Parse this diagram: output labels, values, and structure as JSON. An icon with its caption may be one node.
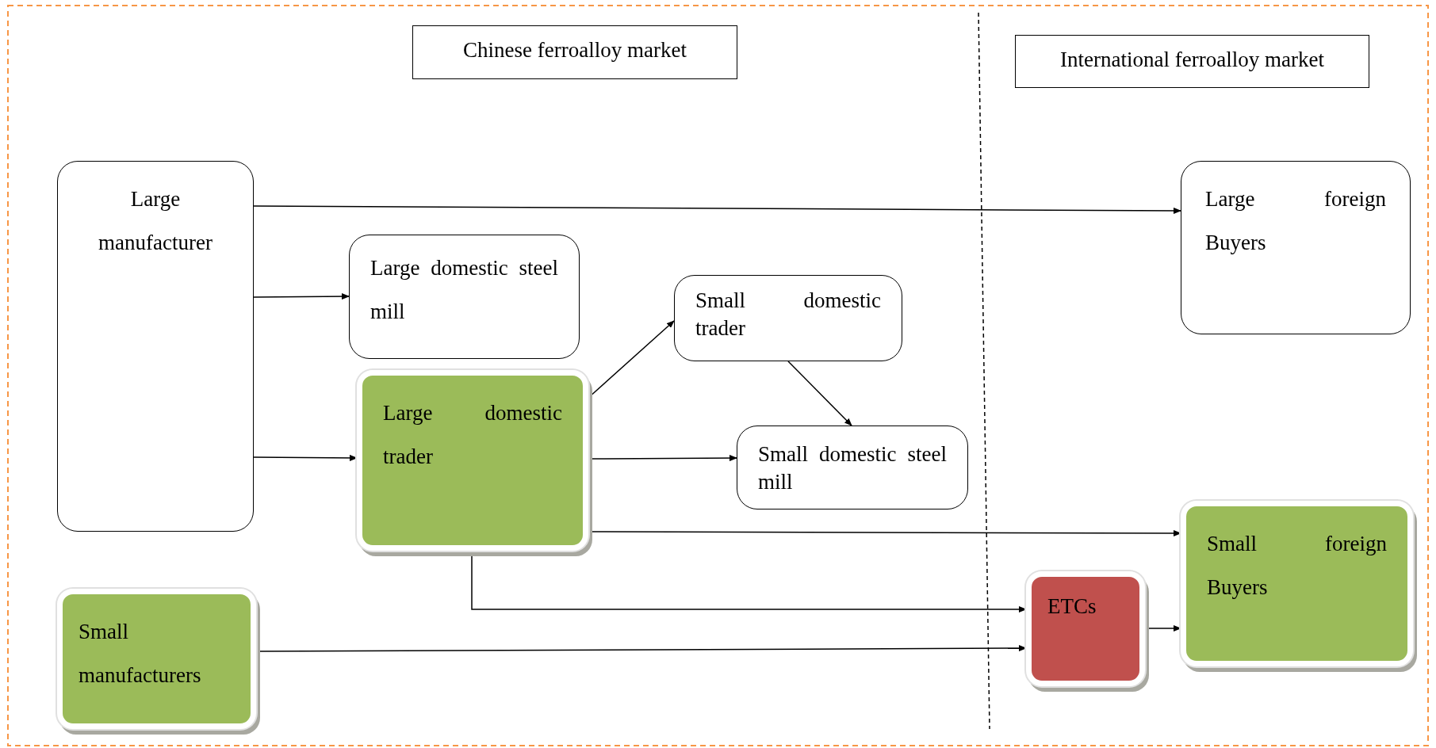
{
  "diagram": {
    "nodes": [
      {
        "text": [
          "Chinese ferroalloy market"
        ]
      },
      {
        "text": [
          "International ferroalloy market"
        ]
      },
      {
        "text": [
          "Large manufacturer"
        ]
      },
      {
        "text": [
          "Large domestic steel mill"
        ]
      },
      {
        "text": [
          "Small domestic trader"
        ]
      },
      {
        "text": [
          "Large domestic trader"
        ]
      },
      {
        "text": [
          "Small domestic steel mill"
        ]
      },
      {
        "text": [
          "Large foreign Buyers"
        ]
      },
      {
        "text": [
          "Small manufacturers"
        ]
      },
      {
        "text": [
          "ETCs"
        ]
      },
      {
        "text": [
          "Small foreign Buyers"
        ]
      }
    ],
    "edges": [
      {
        "from": 2,
        "to": 7,
        "arrow": "to"
      },
      {
        "from": 2,
        "to": 3,
        "arrow": "to"
      },
      {
        "from": 2,
        "to": 5,
        "arrow": "to"
      },
      {
        "from": 5,
        "to": 4,
        "arrow": "to"
      },
      {
        "from": 4,
        "to": 6,
        "arrow": "to"
      },
      {
        "from": 5,
        "to": 6,
        "arrow": "to"
      },
      {
        "from": 5,
        "to": 10,
        "arrow": "to"
      },
      {
        "from": 5,
        "to": 9,
        "arrow": "to"
      },
      {
        "from": 8,
        "to": 9,
        "arrow": "to"
      },
      {
        "from": 9,
        "to": 10,
        "arrow": "to"
      }
    ]
  }
}
